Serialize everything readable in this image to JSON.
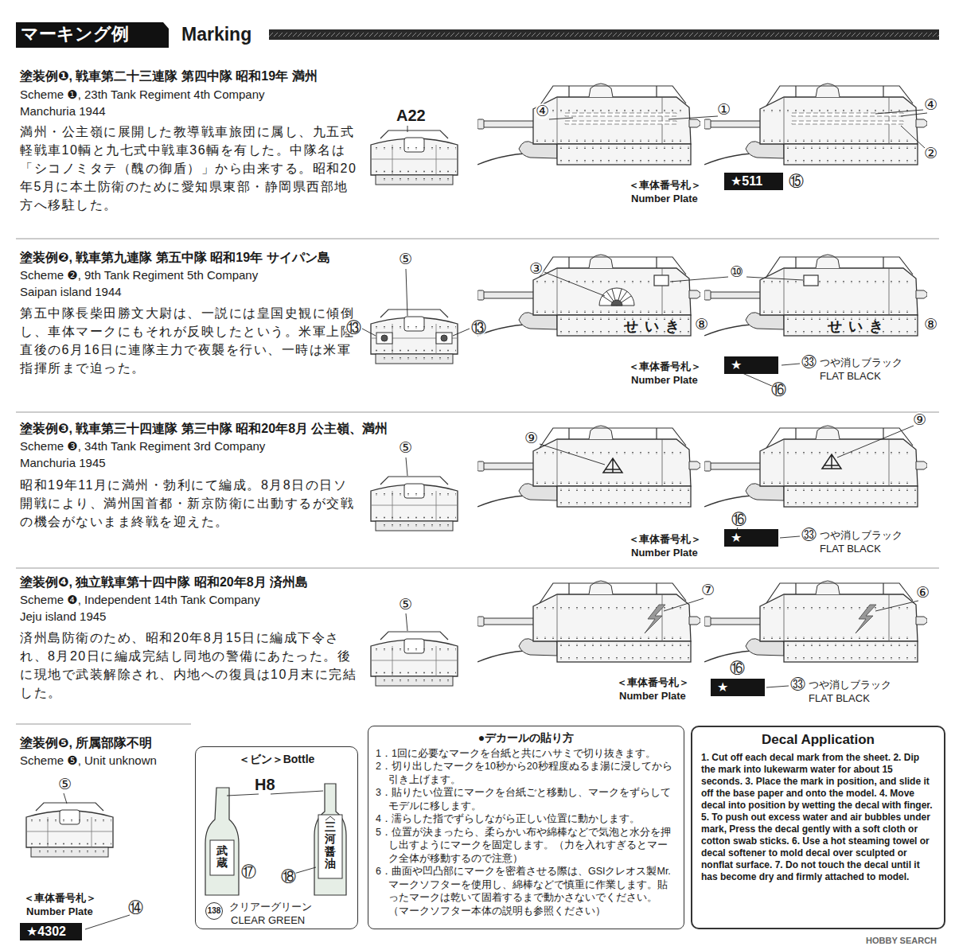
{
  "diagram": {
    "title": "マーキング例",
    "nodes": [
      {
        "text": [
          "★511"
        ]
      },
      {
        "text": [
          "★"
        ]
      },
      {
        "text": [
          "★"
        ]
      },
      {
        "text": [
          "★"
        ]
      },
      {
        "text": [
          "★4302"
        ]
      },
      {
        "text": [
          "＜ビン＞Bottle"
        ]
      },
      {
        "text": [
          "●デカールの貼り方",
          "1．1回に必要なマークを台紙と共にハサミで切り抜きます。",
          "2．切り出したマークを10秒から20秒程度ぬるま湯に浸してから引き上げます。",
          "3．貼りたい位置にマークを台紙ごと移動し、マークをずらしてモデルに移します。",
          "4．濡らした指でずらしながら正しい位置に動かします。",
          "5．位置が決まったら、柔らかい布や綿棒などで気泡と水分を押し出すようにマークを固定します。（力を入れすぎるとマーク全体が移動するので注意）",
          "6．曲面や凹凸部にマークを密着させる際は、GSIクレオス製Mr.マークソフターを使用し、綿棒などで慎重に作業します。貼ったマークは乾いて固着するまで動かさないでください。（マークソフター本体の説明も参照ください）"
        ]
      },
      {
        "text": [
          "Decal Application",
          "1. Cut off each decal mark from the sheet. 2. Dip the mark into lukewarm water for about 15 seconds. 3. Place the mark in position, and slide it off the base paper and onto the model. 4. Move decal into position by wetting the decal with finger. 5. To push out excess water and air bubbles under mark, Press the decal gently with a soft cloth or cotton swab sticks. 6. Use a hot steaming towel or decal softener to mold decal over sculpted or nonflat surface. 7. Do not touch the decal until it has become dry and firmly attached to model."
        ]
      }
    ],
    "labels": [
      "Marking",
      "塗装例❶, 戦車第二十三連隊 第四中隊 昭和19年 満州",
      "Scheme ❶, 23th Tank Regiment 4th Company",
      "Manchuria 1944",
      "満州・公主嶺に展開した教導戦車旅団に属し、九五式軽戦車10輌と九七式中戦車36輌を有した。中隊名は「シコノミタテ（醜の御盾）」から由来する。昭和20年5月に本土防衛のために愛知県東部・静岡県西部地方へ移駐した。",
      "A22",
      "④",
      "①",
      "④",
      "②",
      "＜車体番号札＞",
      "Number Plate",
      "⑮",
      "塗装例❷, 戦車第九連隊 第五中隊 昭和19年 サイパン島",
      "Scheme ❷, 9th Tank Regiment 5th Company",
      "Saipan island 1944",
      "第五中隊長柴田勝文大尉は、一説には皇国史観に傾倒し、車体マークにもそれが反映したという。米軍上陸直後の6月16日に連隊主力で夜襲を行い、一時は米軍指揮所まで迫った。",
      "⑤",
      "⑬",
      "⑬",
      "③",
      "⑩",
      "せいき",
      "⑧",
      "せいき",
      "⑧",
      "＜車体番号札＞",
      "Number Plate",
      "⑯",
      "㉝",
      "つや消しブラック",
      "FLAT BLACK",
      "塗装例❸, 戦車第三十四連隊 第三中隊 昭和20年8月 公主嶺、満州",
      "Scheme ❸, 34th Tank Regiment 3rd Company",
      "Manchuria 1945",
      "昭和19年11月に満州・勃利にて編成。8月8日の日ソ開戦により、満州国首都・新京防衛に出動するが交戦の機会がないまま終戦を迎えた。",
      "⑤",
      "⑨",
      "⑨",
      "⑯",
      "＜車体番号札＞",
      "Number Plate",
      "㉝",
      "つや消しブラック",
      "FLAT BLACK",
      "塗装例❹, 独立戦車第十四中隊 昭和20年8月 済州島",
      "Scheme ❹, Independent 14th Tank Company",
      "Jeju island 1945",
      "済州島防衛のため、昭和20年8月15日に編成下令され、8月20日に編成完結し同地の警備にあたった。後に現地で武装解除され、内地への復員は10月末に完結した。",
      "⑤",
      "⑦",
      "⑥",
      "⑯",
      "＜車体番号札＞",
      "Number Plate",
      "㉝",
      "つや消しブラック",
      "FLAT BLACK",
      "塗装例❺, 所属部隊不明",
      "Scheme ❺, Unit unknown",
      "⑤",
      "＜車体番号札＞",
      "Number Plate",
      "⑭",
      "H8",
      "武蔵",
      "三河醤油",
      "⑰",
      "⑱",
      "138",
      "クリアーグリーン",
      "CLEAR GREEN",
      "HOBBY SEARCH"
    ]
  }
}
